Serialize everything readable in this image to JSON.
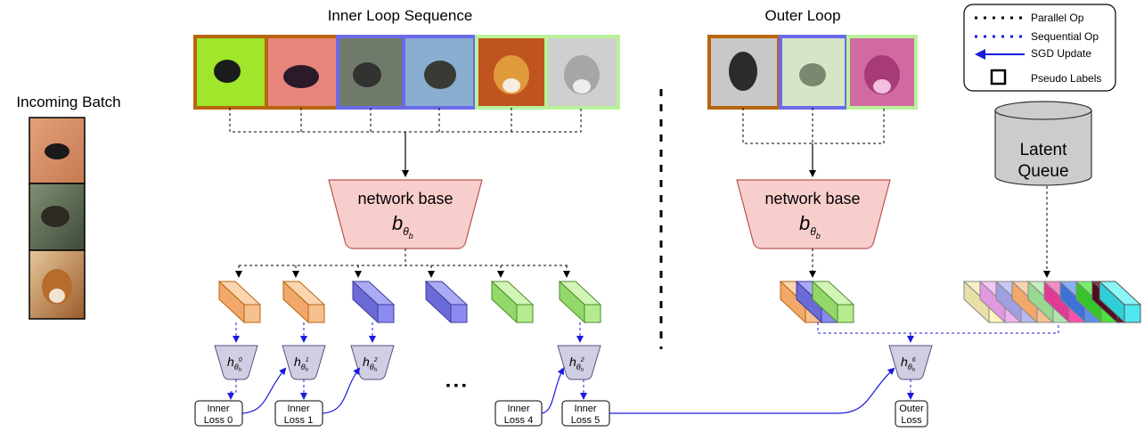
{
  "titles": {
    "incoming": "Incoming Batch",
    "inner": "Inner Loop Sequence",
    "outer": "Outer Loop"
  },
  "legend": {
    "parallel": "Parallel Op",
    "sequential": "Sequential Op",
    "sgd": "SGD Update",
    "pseudo": "Pseudo Labels"
  },
  "network": {
    "label": "network base",
    "symbol": "b",
    "subscript": "θ",
    "subsub": "b"
  },
  "queue": {
    "line1": "Latent",
    "line2": "Queue"
  },
  "head": {
    "symbol": "h",
    "subscript": "θ",
    "subsub": "h",
    "supers": [
      "0",
      "1",
      "2",
      "2",
      "6"
    ]
  },
  "losses": {
    "inner": [
      {
        "line1": "Inner",
        "line2": "Loss 0"
      },
      {
        "line1": "Inner",
        "line2": "Loss 1"
      },
      {
        "line1": "Inner",
        "line2": "Loss 4"
      },
      {
        "line1": "Inner",
        "line2": "Loss 5"
      }
    ],
    "outer": {
      "line1": "Outer",
      "line2": "Loss"
    }
  },
  "ellipsis": "▪ ▪ ▪",
  "colors": {
    "brown": "#b8650f",
    "blue": "#6b6bea",
    "green": "#b9f29a",
    "orange_latent": "#f6c08f",
    "blue_latent": "#8a8af0",
    "green_latent": "#b3eb8e",
    "network_fill": "#f8cecc",
    "network_stroke": "#b85450",
    "head_fill": "#d0cee2",
    "head_stroke": "#56517e",
    "queue_fill": "#cccccc",
    "sgd_arrow": "#1a1ae0"
  }
}
